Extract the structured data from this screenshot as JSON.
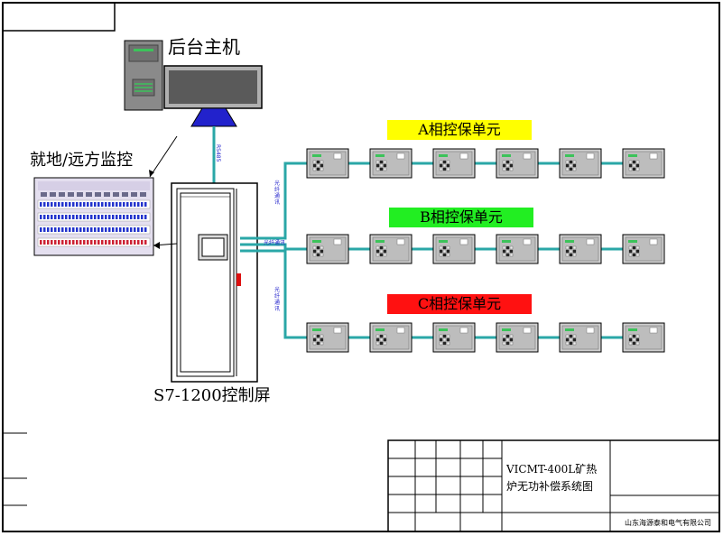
{
  "labels": {
    "host": "后台主机",
    "local_remote": "就地/远方监控",
    "cabinet": "S7-1200控制屏",
    "rs485": "RS485",
    "fiber_vertical": "光纤通讯",
    "fiber_horizontal": "光纤通讯"
  },
  "phases": [
    {
      "label": "A相控保单元",
      "color": "#ffff00"
    },
    {
      "label": "B相控保单元",
      "color": "#22ee22"
    },
    {
      "label": "C相控保单元",
      "color": "#ff1111"
    }
  ],
  "units_per_phase": 6,
  "title_block": {
    "drawing_title_line1": "VICMT-400L矿热",
    "drawing_title_line2": "炉无功补偿系统图",
    "company": "山东海源泰和电气有限公司"
  },
  "colors": {
    "link": "#2aa7a7",
    "frame": "#000000",
    "monitor": "#2222cc",
    "unit_panel": "#cfcfcf"
  }
}
